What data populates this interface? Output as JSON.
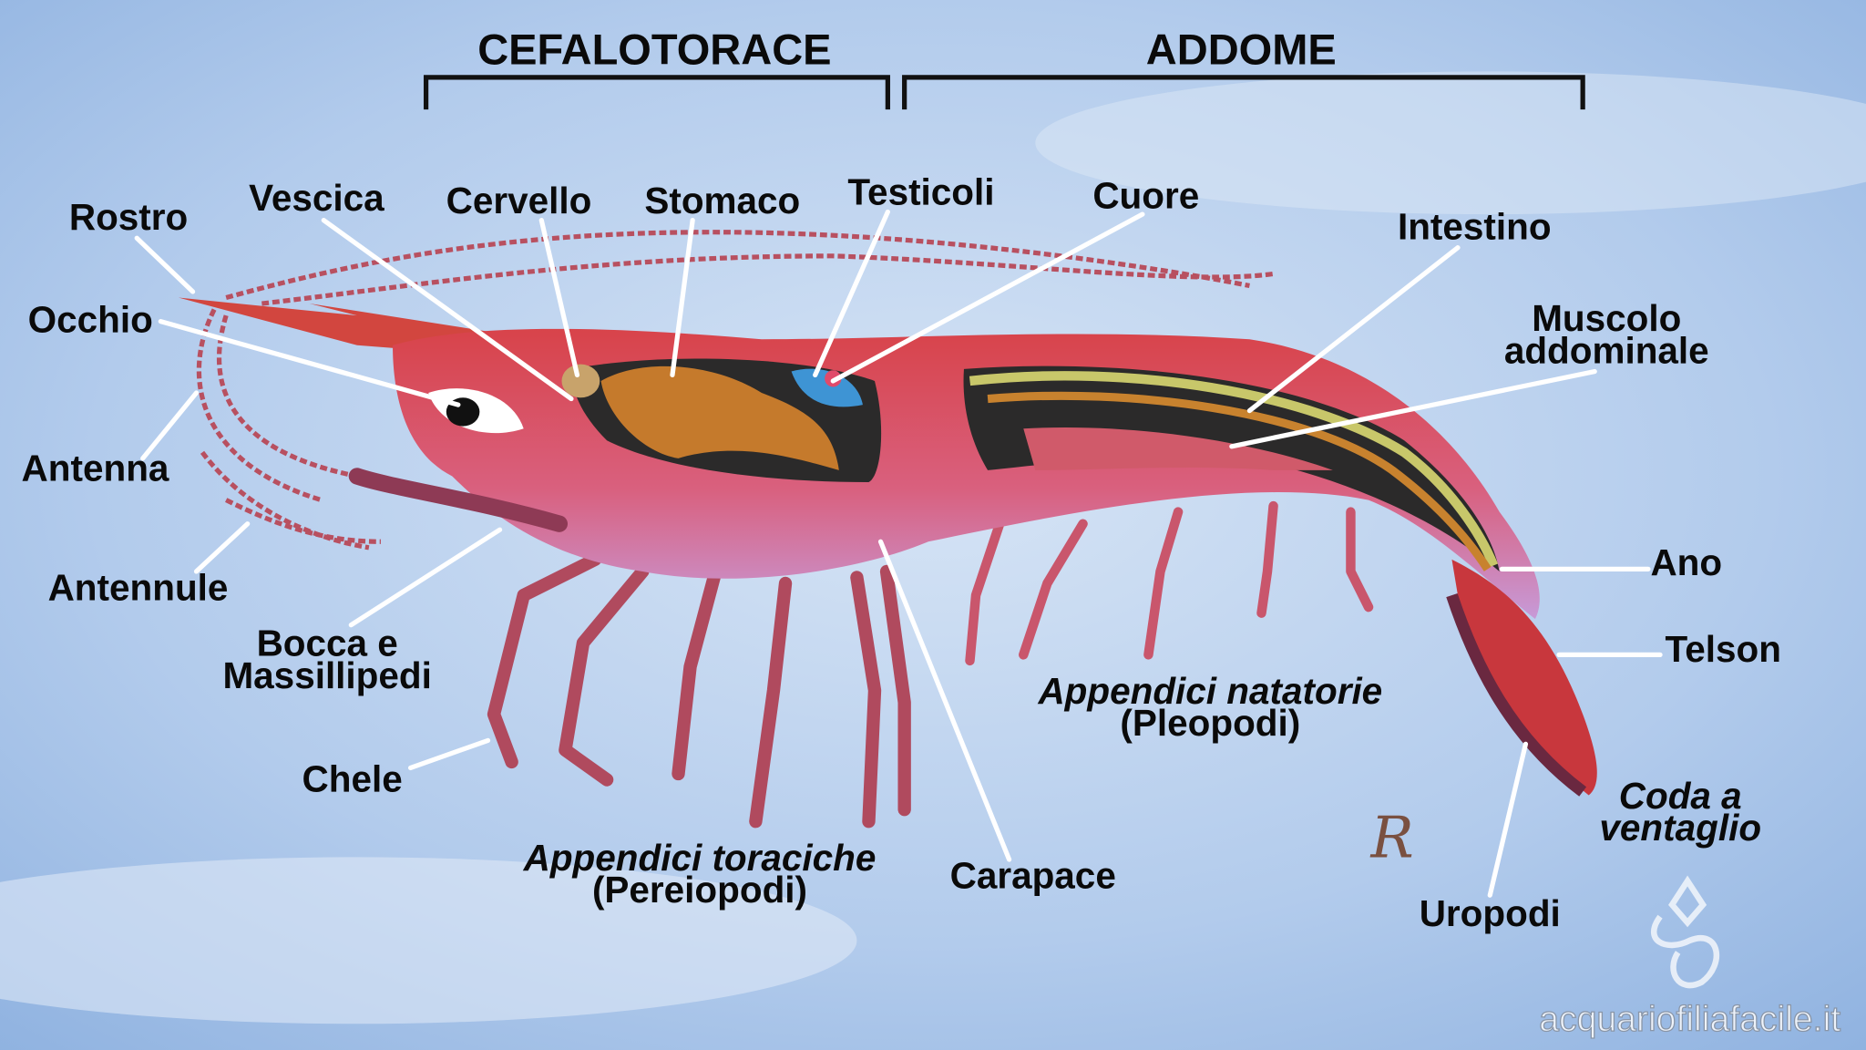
{
  "sections": {
    "cephalothorax": "CEFALOTORACE",
    "abdomen": "ADDOME"
  },
  "labels": {
    "rostro": "Rostro",
    "vescica": "Vescica",
    "cervello": "Cervello",
    "stomaco": "Stomaco",
    "testicoli": "Testicoli",
    "cuore": "Cuore",
    "intestino": "Intestino",
    "muscolo_1": "Muscolo",
    "muscolo_2": "addominale",
    "occhio": "Occhio",
    "antenna": "Antenna",
    "antennule": "Antennule",
    "bocca_1": "Bocca e",
    "bocca_2": "Massillipedi",
    "chele": "Chele",
    "toraciche_1": "Appendici toraciche",
    "toraciche_2": "(Pereiopodi)",
    "carapace": "Carapace",
    "natatorie_1": "Appendici natatorie",
    "natatorie_2": "(Pleopodi)",
    "ano": "Ano",
    "telson": "Telson",
    "coda_1": "Coda a",
    "coda_2": "ventaglio",
    "uropodi": "Uropodi"
  },
  "watermark": "acquariofiliafacile.it",
  "signature": "R"
}
